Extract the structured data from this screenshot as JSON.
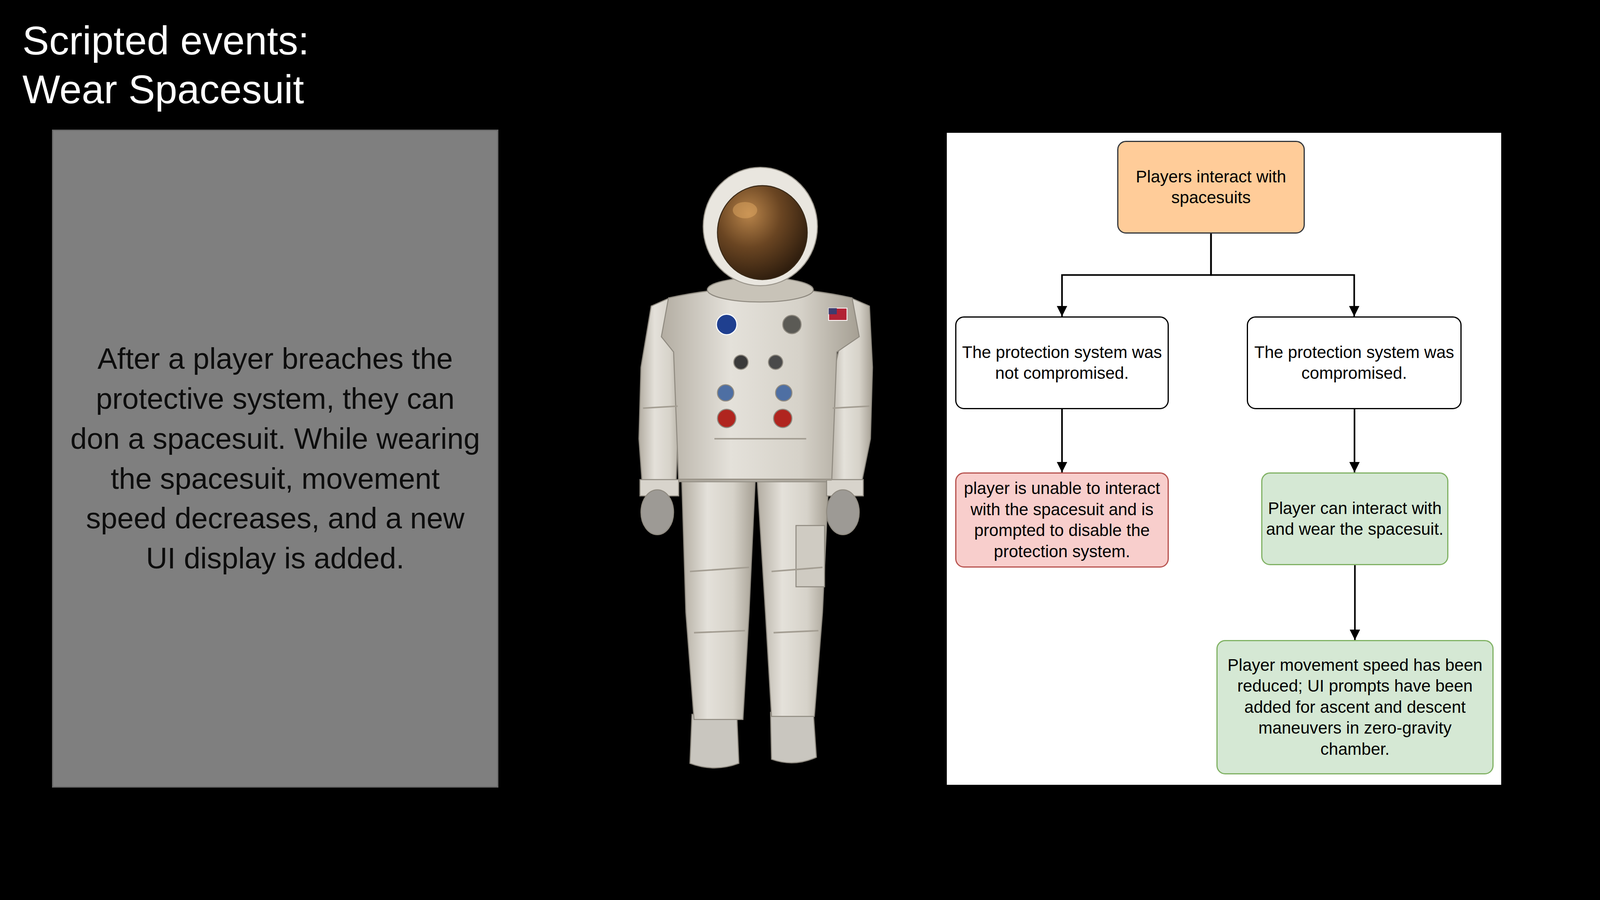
{
  "diagram": {
    "title": "Scripted events: Wear Spacesuit",
    "nodes": [
      {
        "text": [
          "After a player breaches the protective system, they can don a spacesuit. While wearing the spacesuit, movement speed decreases, and a new UI display is added."
        ]
      },
      {
        "text": [
          "Players interact with spacesuits"
        ]
      },
      {
        "text": [
          "The protection system was not compromised."
        ]
      },
      {
        "text": [
          "The protection system was compromised."
        ]
      },
      {
        "text": [
          "player is unable to interact with the spacesuit and is prompted to disable the protection system."
        ]
      },
      {
        "text": [
          "Player can interact with and wear the spacesuit."
        ]
      },
      {
        "text": [
          "Player movement speed has been reduced; UI prompts have been added for ascent and descent maneuvers in zero-gravity chamber."
        ]
      }
    ],
    "edges": [
      {
        "from": 1,
        "to": 2,
        "arrow": "to"
      },
      {
        "from": 1,
        "to": 3,
        "arrow": "to"
      },
      {
        "from": 2,
        "to": 4,
        "arrow": "to"
      },
      {
        "from": 3,
        "to": 5,
        "arrow": "to"
      },
      {
        "from": 5,
        "to": 6,
        "arrow": "to"
      }
    ]
  }
}
